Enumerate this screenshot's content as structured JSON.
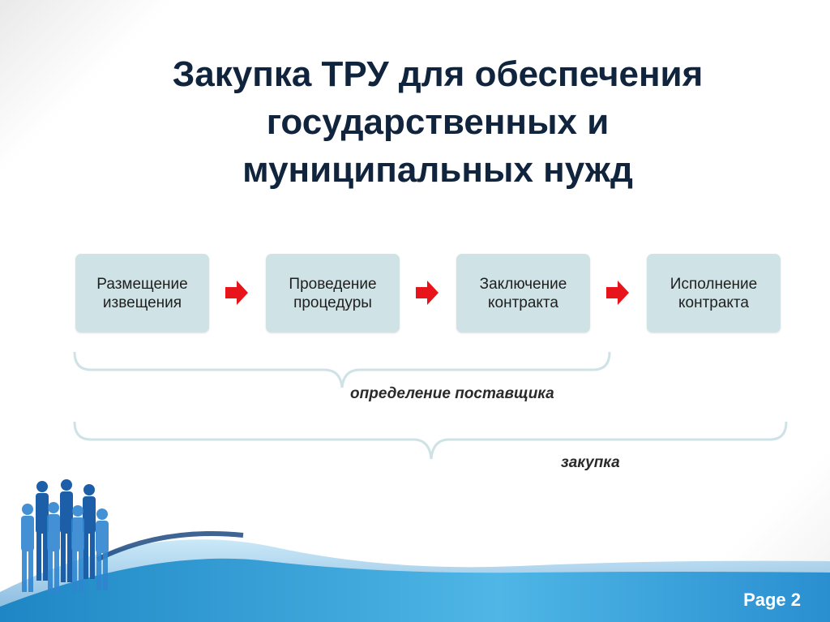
{
  "slide": {
    "title_lines": [
      "Закупка ТРУ для обеспечения",
      "государственных и",
      "муниципальных нужд"
    ],
    "steps": [
      {
        "line1": "Размещение",
        "line2": "извещения"
      },
      {
        "line1": "Проведение",
        "line2": "процедуры"
      },
      {
        "line1": "Заключение",
        "line2": "контракта"
      },
      {
        "line1": "Исполнение",
        "line2": "контракта"
      }
    ],
    "brace_labels": {
      "supplier_determination": "определение поставщика",
      "procurement": "закупка"
    },
    "page_label": "Page 2"
  },
  "colors": {
    "title": "#10243d",
    "box_fill": "#cfe3e6",
    "arrow": "#e8141c",
    "brace": "#cfe3e6",
    "footer_blue": "#1e86c4"
  },
  "icons": {
    "arrow": "right-arrow-icon",
    "people": "business-people-silhouettes"
  }
}
